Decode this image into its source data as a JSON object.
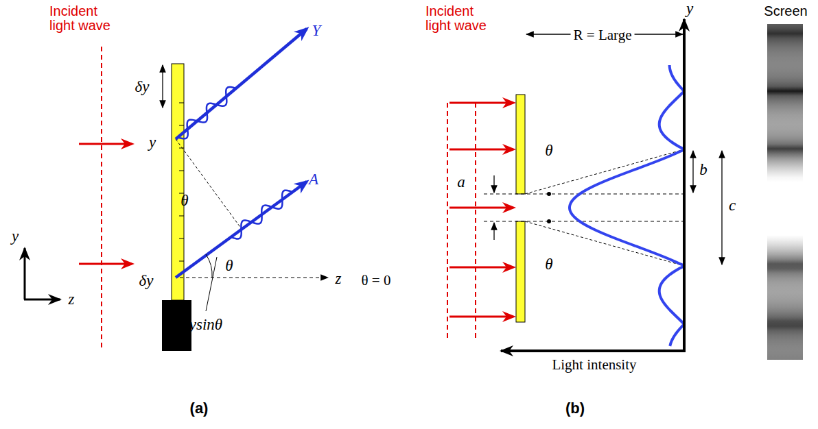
{
  "diagram": {
    "labels": [
      "Incident light wave",
      "δy",
      "Y",
      "y",
      "θ",
      "A",
      "y",
      "z",
      "θ",
      "δy",
      "z",
      "θ = 0",
      "ysinθ",
      "(a)",
      "Incident light wave",
      "y",
      "Screen",
      "R = Large",
      "θ",
      "b",
      "a",
      "c",
      "θ",
      "Light intensity",
      "(b)"
    ]
  }
}
